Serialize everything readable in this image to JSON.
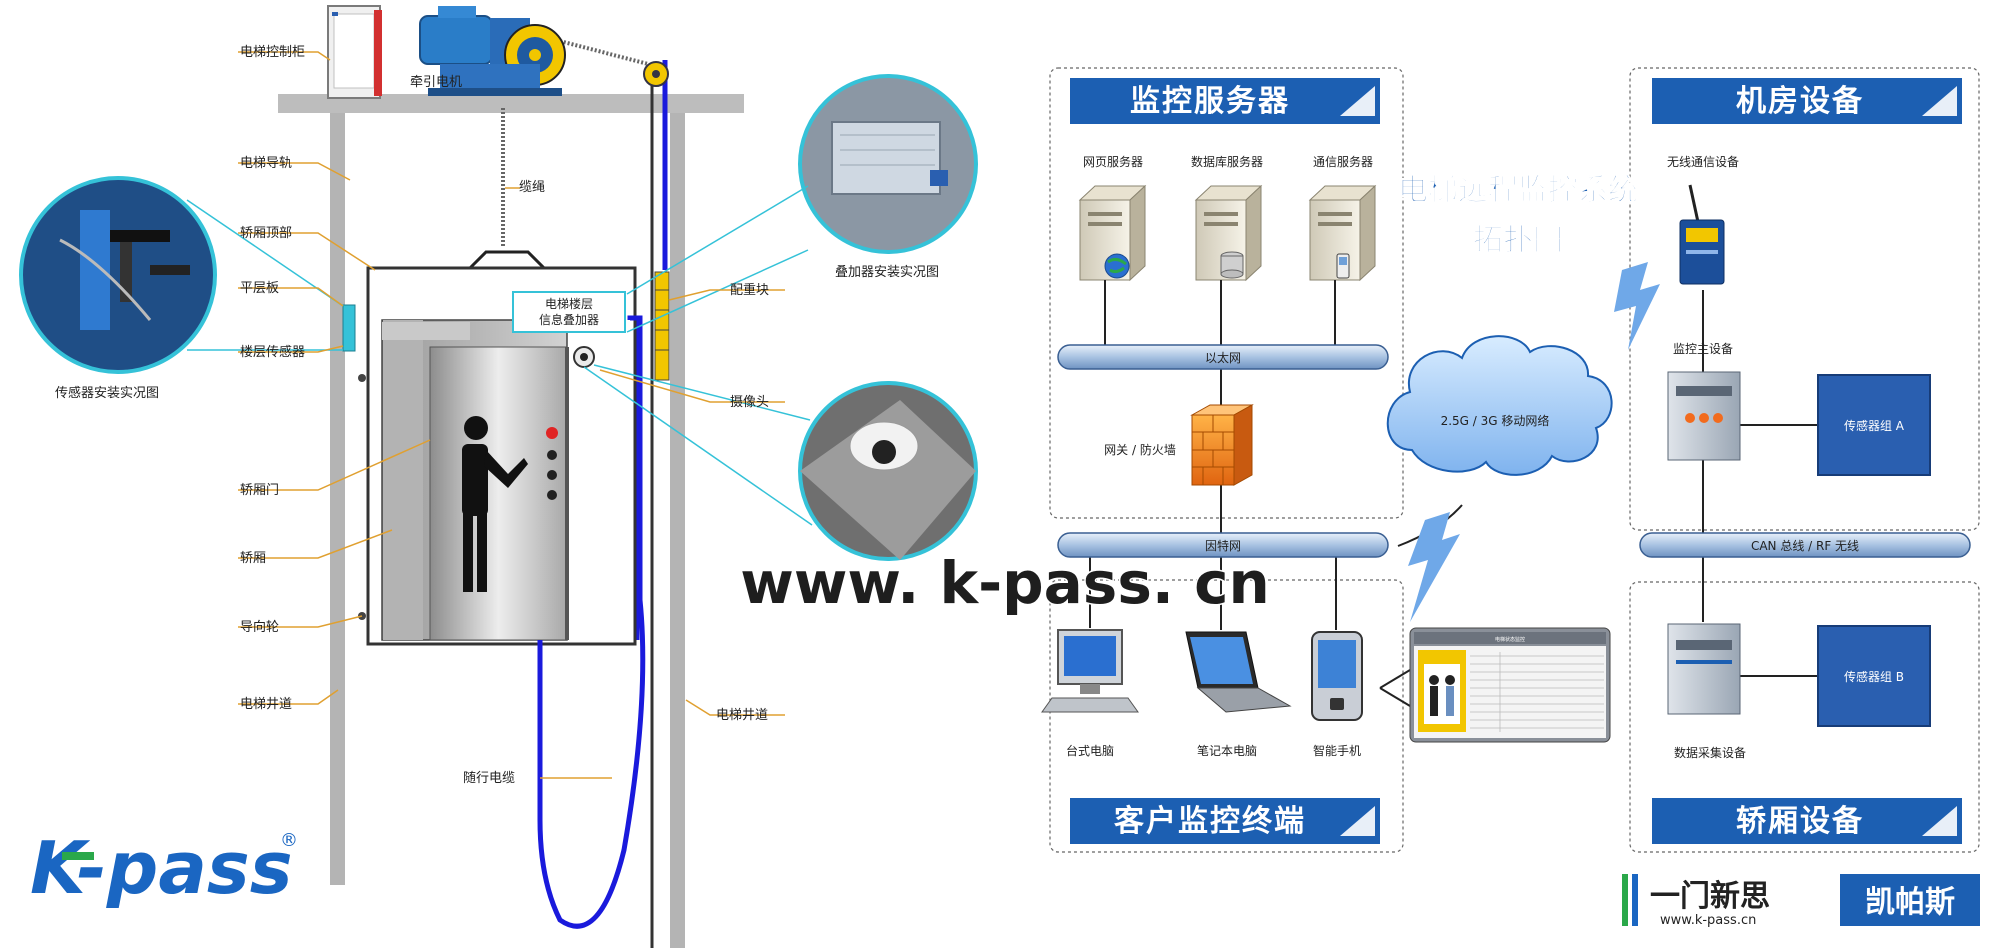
{
  "left": {
    "labels": {
      "control_cabinet": "电梯控制柜",
      "traction_motor": "牵引电机",
      "guide_rail": "电梯导轨",
      "rope": "缆绳",
      "car_top": "轿厢顶部",
      "leveling_plate": "平层板",
      "floor_sensor": "楼层传感器",
      "sensor_photo": "传感器安装实况图",
      "overlay_device": "电梯楼层\n信息叠加器",
      "overlay_photo": "叠加器安装实况图",
      "counterweight": "配重块",
      "camera": "摄像头",
      "car_door": "轿厢门",
      "car": "轿厢",
      "guide_wheel": "导向轮",
      "shaft_left": "电梯井道",
      "shaft_right": "电梯井道",
      "trailing_cable": "随行电缆"
    },
    "watermark": "www. k-pass. cn",
    "logo": "K-pass",
    "logo_mark": "®"
  },
  "right": {
    "title_line1": "电梯远程监控系统",
    "title_line2": "拓扑图",
    "sections": {
      "servers": "监控服务器",
      "machine_room": "机房设备",
      "client_terminal": "客户监控终端",
      "car_equipment": "轿厢设备"
    },
    "devices": {
      "web_server": "网页服务器",
      "db_server": "数据库服务器",
      "comm_server": "通信服务器",
      "ethernet": "以太网",
      "gateway": "网关 / 防火墙",
      "internet": "因特网",
      "mobile_net": "2.5G / 3G 移动网络",
      "wireless_device": "无线通信设备",
      "monitor_host": "监控主设备",
      "sensor_a": "传感器组 A",
      "can_bus": "CAN 总线 / RF 无线",
      "data_collector": "数据采集设备",
      "sensor_b": "传感器组 B",
      "desktop": "台式电脑",
      "laptop": "笔记本电脑",
      "smartphone": "智能手机",
      "screen_title": "电梯状态监控"
    },
    "brand": {
      "cn_name": "一门新思",
      "url": "www.k-pass.cn",
      "badge": "凯帕斯"
    }
  },
  "colors": {
    "header_blue": "#1c5fb2",
    "rail_grey": "#b4b4b4",
    "cable_blue": "#1a1adc",
    "counterweight_yellow": "#f2c600",
    "callout_cyan": "#35c2d8",
    "label_line_orange": "#e0a030",
    "sensor_box": "#2a5fb0",
    "logo_blue": "#1a66c2",
    "logo_green": "#2aa84a"
  }
}
